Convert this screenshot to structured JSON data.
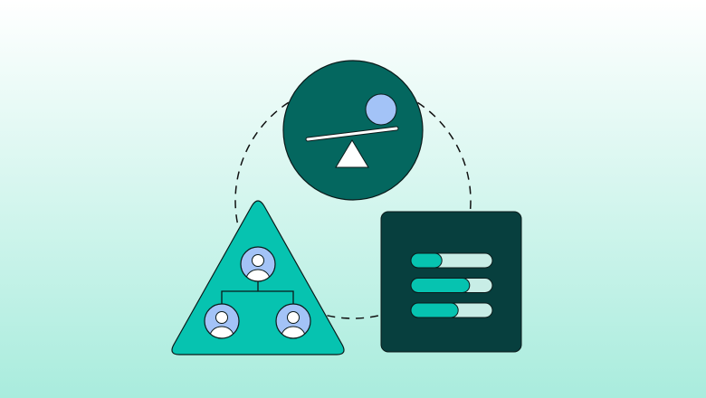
{
  "colors": {
    "background_top": "#ffffff",
    "background_bottom": "#a9ecdd",
    "balance_circle": "#04675f",
    "triangle": "#06c3b0",
    "panel": "#073f3e",
    "person_circle": "#a3c3f7",
    "bar_track": "#c8ede6",
    "bar_fill": "#06c3b0",
    "outline": "#0b1a1a"
  },
  "icons": [
    "balance-scale-icon",
    "org-chart-icon",
    "progress-bars-icon"
  ],
  "progress_bars": [
    0.38,
    0.72,
    0.58
  ]
}
